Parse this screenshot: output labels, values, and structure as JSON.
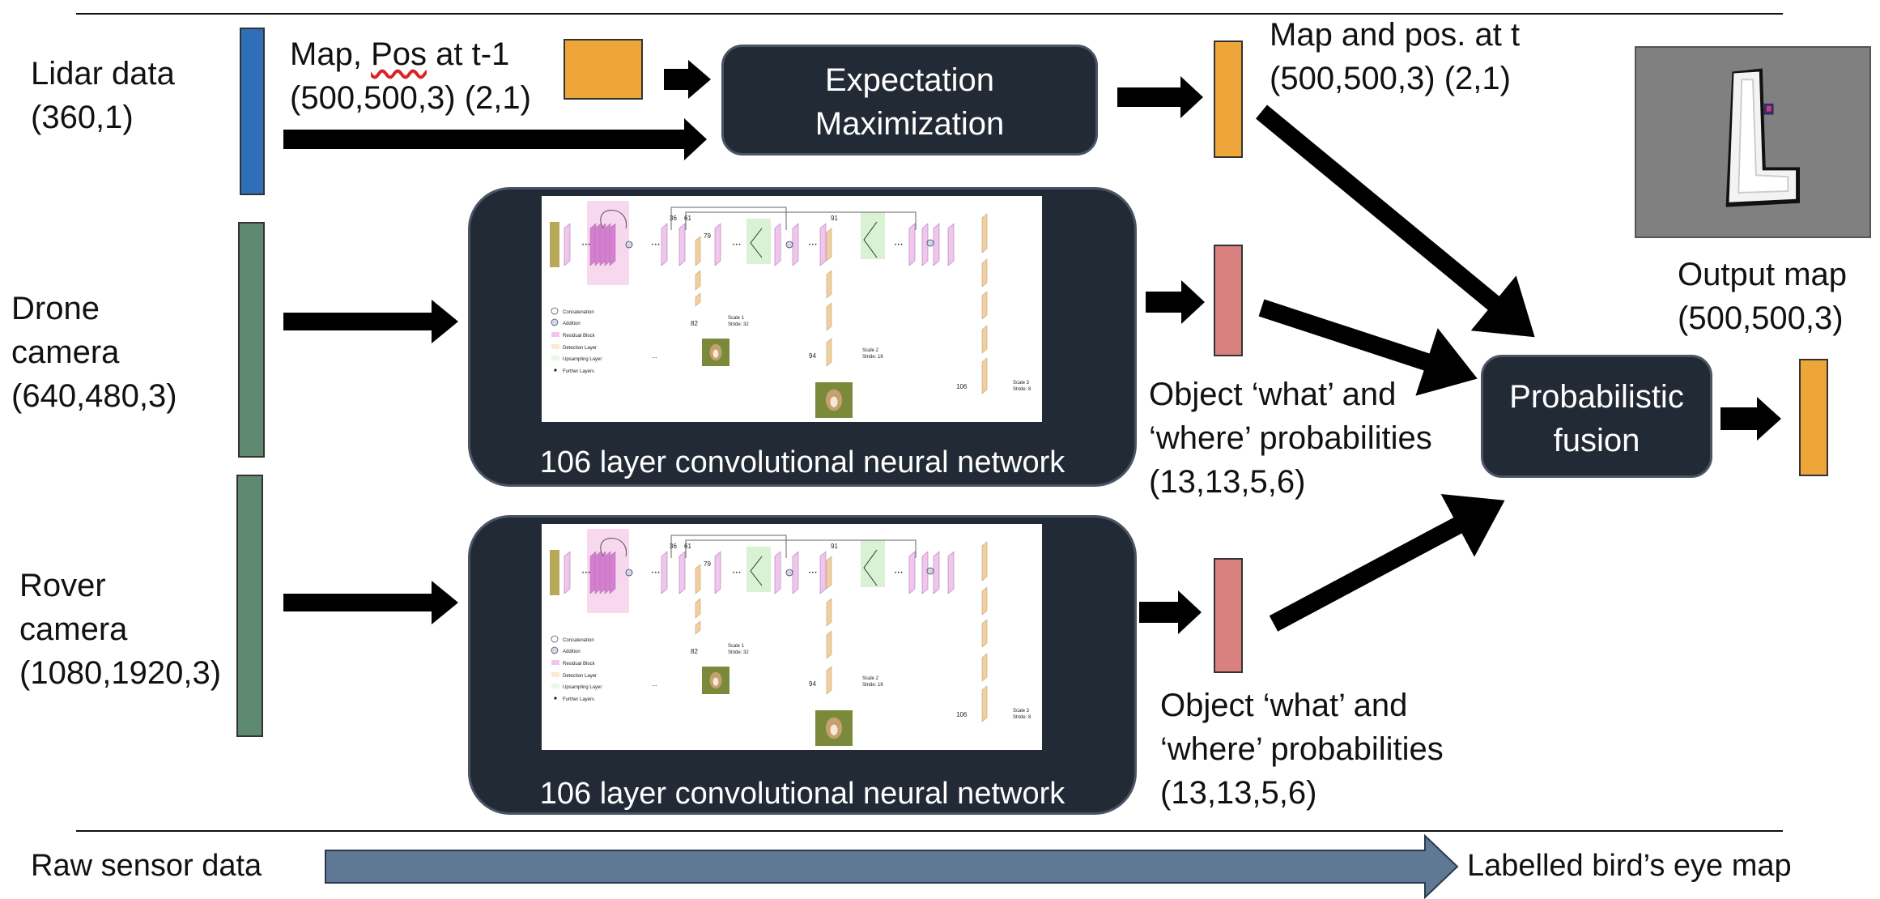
{
  "inputs": {
    "lidar": {
      "line1": "Lidar data",
      "line2": "(360,1)",
      "color": "#2f6fb8"
    },
    "drone": {
      "line1": "Drone",
      "line2": "camera",
      "line3": "(640,480,3)",
      "color": "#5f8a72"
    },
    "rover": {
      "line1": "Rover",
      "line2": "camera",
      "line3": "(1080,1920,3)",
      "color": "#5f8a72"
    }
  },
  "map_pos_prev": {
    "line1_word": "Map,",
    "line1_squiggle": "Pos",
    "line1_rest": "at t-1",
    "line2": "(500,500,3) (2,1)",
    "color": "#eea53a"
  },
  "expectation_maximization": {
    "line1": "Expectation",
    "line2": "Maximization"
  },
  "map_pos_t": {
    "line1": "Map and pos. at t",
    "line2": "(500,500,3) (2,1)",
    "color": "#eea53a"
  },
  "cnn_drone": {
    "caption": "106 layer convolutional neural network",
    "legend": [
      "Concatenation",
      "Addition",
      "Residual Block",
      "Detection Layer",
      "Upsampling Layer",
      "Further Layers"
    ],
    "layer_numbers": [
      "36",
      "61",
      "79",
      "91",
      "82",
      "94",
      "106"
    ],
    "scales": [
      {
        "scale": "Scale 1",
        "stride": "Stride: 32"
      },
      {
        "scale": "Scale 2",
        "stride": "Stride: 16"
      },
      {
        "scale": "Scale 3",
        "stride": "Stride: 8"
      }
    ],
    "ellipsis": "..."
  },
  "cnn_rover": {
    "caption": "106 layer convolutional neural network",
    "legend": [
      "Concatenation",
      "Addition",
      "Residual Block",
      "Detection Layer",
      "Upsampling Layer",
      "Further Layers"
    ],
    "layer_numbers": [
      "36",
      "61",
      "79",
      "91",
      "82",
      "94",
      "106"
    ],
    "scales": [
      {
        "scale": "Scale 1",
        "stride": "Stride: 32"
      },
      {
        "scale": "Scale 2",
        "stride": "Stride: 16"
      },
      {
        "scale": "Scale 3",
        "stride": "Stride: 8"
      }
    ],
    "ellipsis": "..."
  },
  "object_probs_drone": {
    "line1": "Object ‘what’ and",
    "line2": "‘where’ probabilities",
    "line3": "(13,13,5,6)",
    "color": "#d9817f"
  },
  "object_probs_rover": {
    "line1": "Object ‘what’ and",
    "line2": "‘where’ probabilities",
    "line3": "(13,13,5,6)",
    "color": "#d9817f"
  },
  "probabilistic_fusion": {
    "line1": "Probabilistic",
    "line2": "fusion"
  },
  "output_map": {
    "line1": "Output map",
    "line2": "(500,500,3)",
    "color": "#eea53a"
  },
  "pipeline": {
    "start": "Raw sensor data",
    "end": "Labelled bird’s eye map",
    "arrow_color": "#5f7894"
  }
}
